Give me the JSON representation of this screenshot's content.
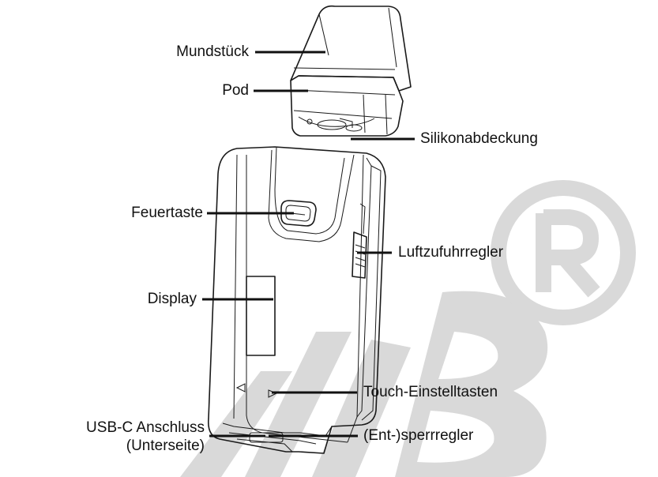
{
  "labels": {
    "mouthpiece": "Mundstück",
    "pod": "Pod",
    "silicone_cover": "Silikonabdeckung",
    "fire_button": "Feuertaste",
    "airflow_control": "Luftzufuhrregler",
    "display": "Display",
    "touch_buttons": "Touch-Einstelltasten",
    "usb_line1": "USB-C Anschluss",
    "usb_line2": "(Unterseite)",
    "lock_switch": "(Ent-)sperrregler"
  },
  "watermark": {
    "text": "MB",
    "symbol": "registered-trademark",
    "color": "#d9d9d9"
  },
  "colors": {
    "line": "#1a1a1a",
    "text": "#111111"
  }
}
